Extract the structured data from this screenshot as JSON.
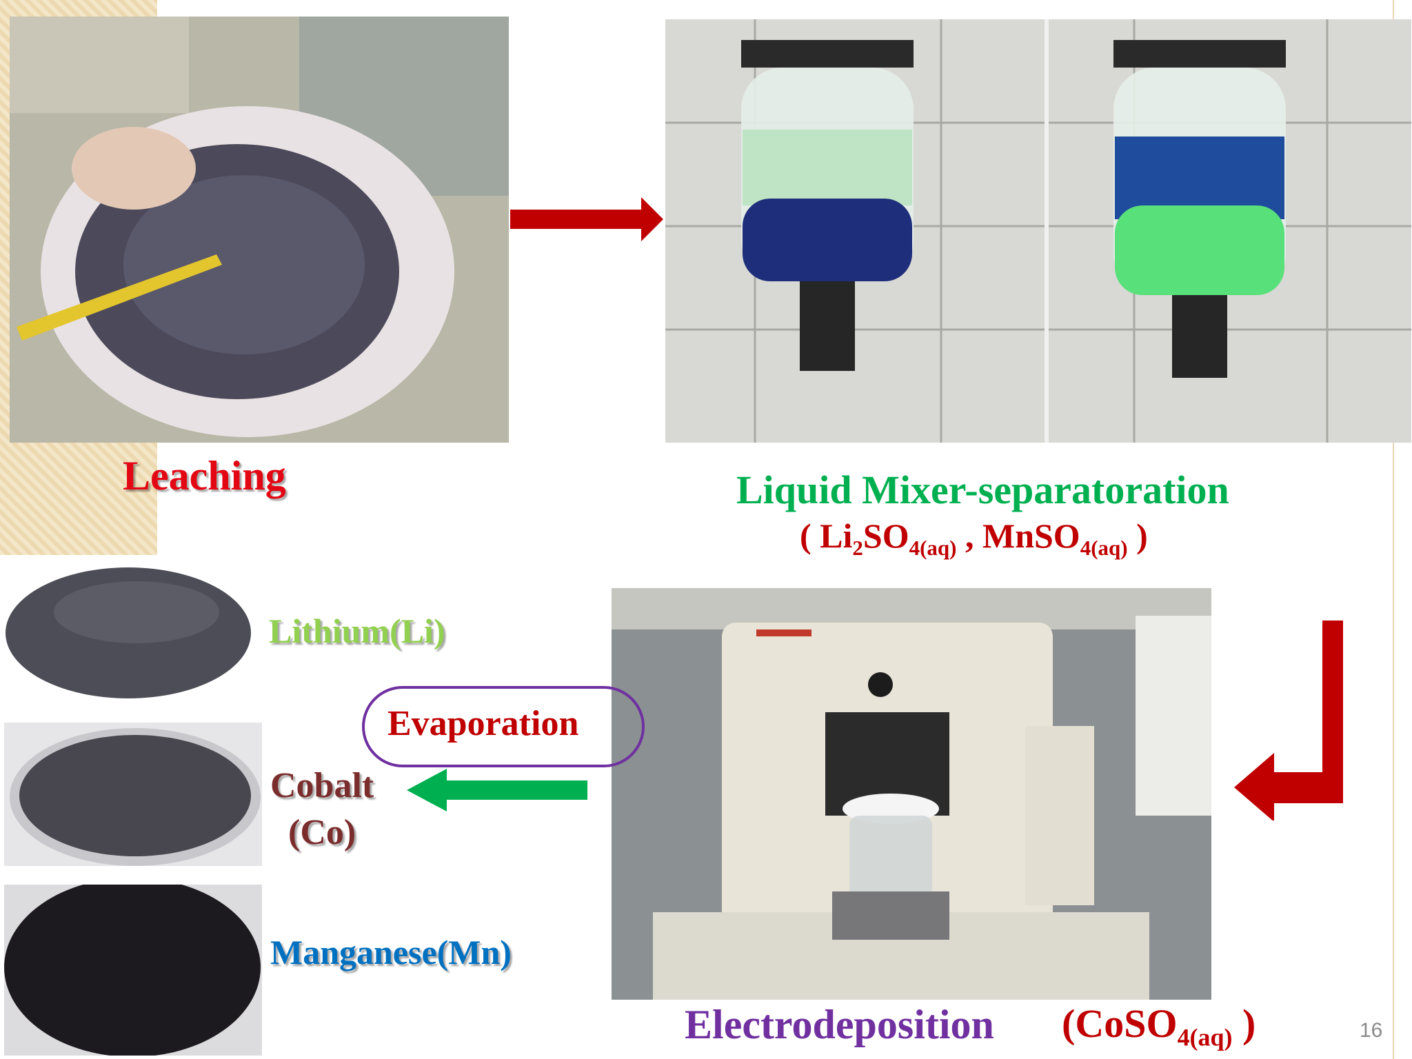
{
  "slide": {
    "page_number": "16",
    "colors": {
      "red": "#e30613",
      "green": "#00b050",
      "purple": "#7030a0",
      "dark_red": "#c00000",
      "olive_green": "#92d050",
      "maroon": "#7b2c2c",
      "blue": "#0070c0"
    }
  },
  "leaching": {
    "label": "Leaching"
  },
  "mixer": {
    "title": "Liquid Mixer-separatoration",
    "formula": {
      "open": "( Li",
      "sub1": "2",
      "mid1": "SO",
      "sub2": "4(aq)",
      "sep": " , MnSO",
      "sub3": "4(aq)",
      "close": " )"
    }
  },
  "electro": {
    "title": "Electrodeposition",
    "formula": {
      "open": "(CoSO",
      "sub": "4(aq)",
      "close": " )"
    }
  },
  "evaporation": {
    "label": "Evaporation"
  },
  "products": {
    "lithium": "Lithium(Li)",
    "cobalt_line1": "Cobalt",
    "cobalt_line2": "(Co)",
    "manganese": "Manganese(Mn)"
  }
}
